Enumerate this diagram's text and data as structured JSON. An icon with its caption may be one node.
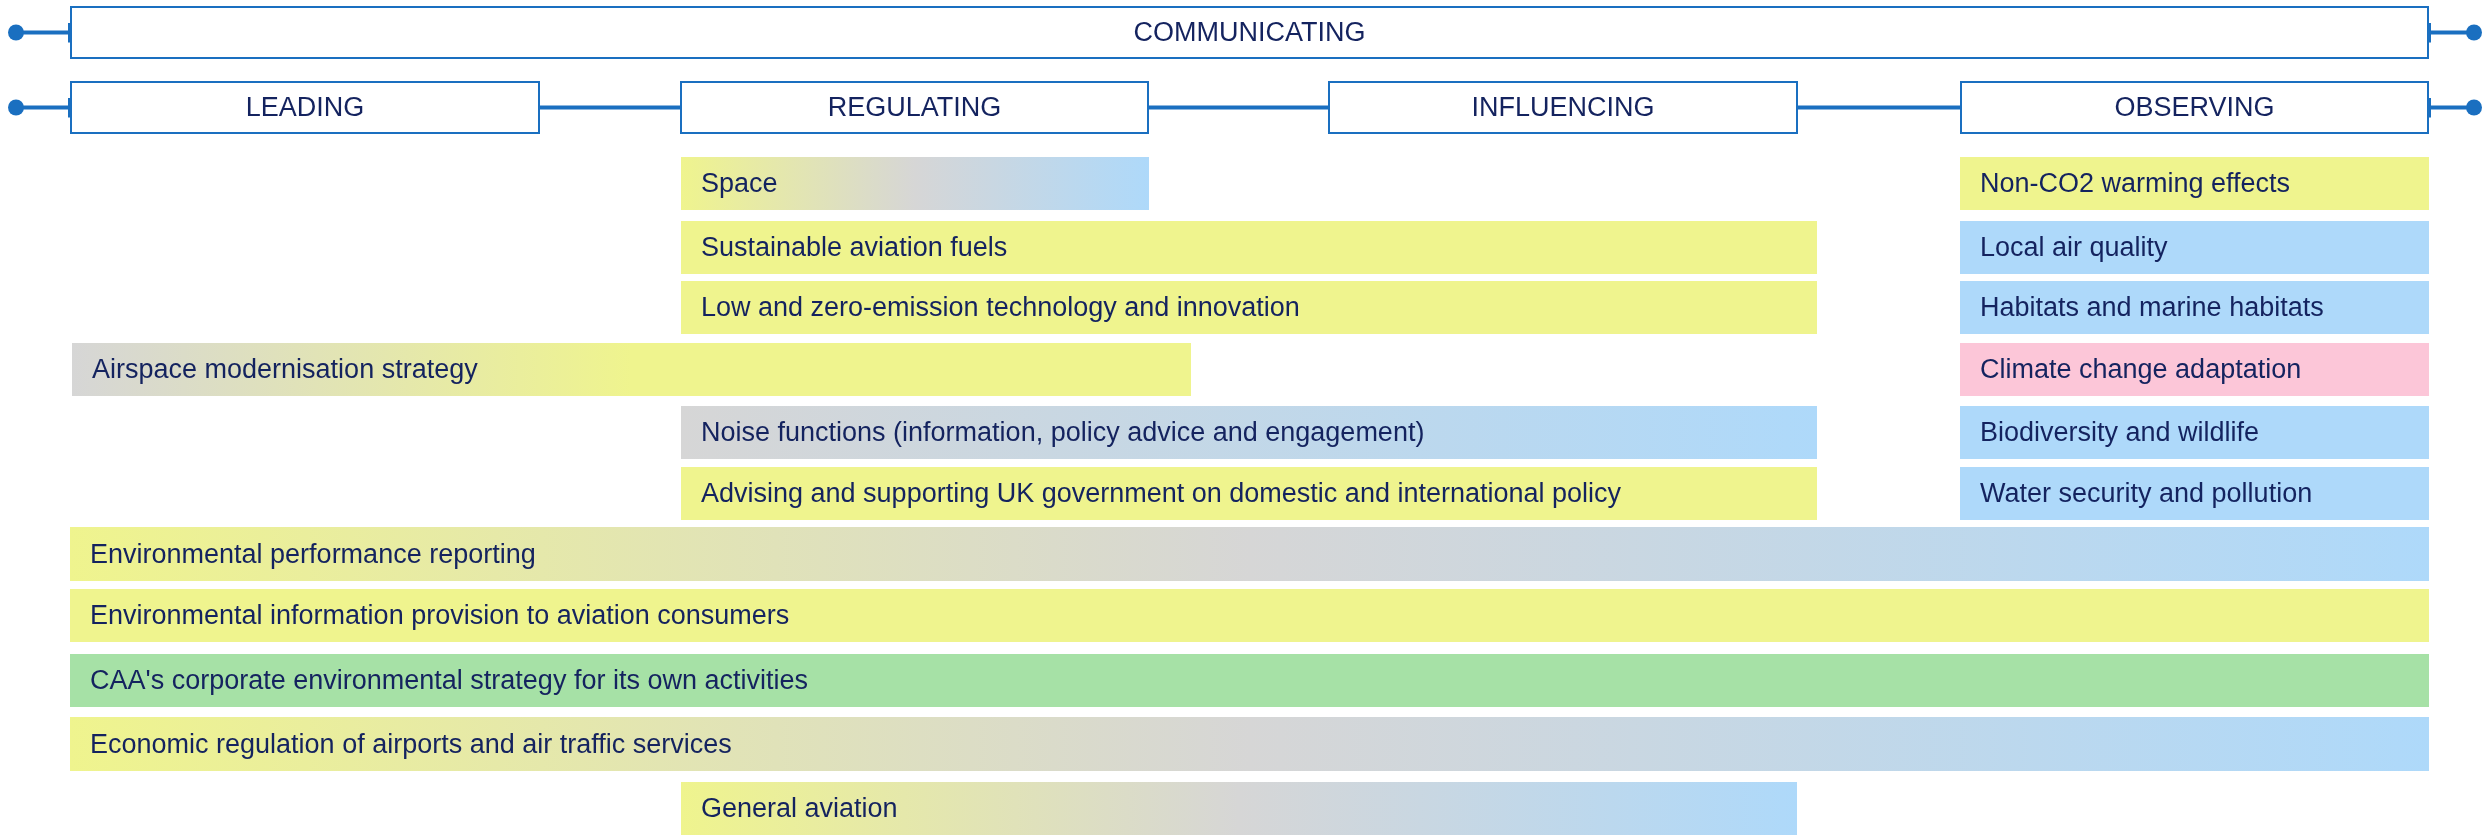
{
  "diagram": {
    "nodes": [
      {
        "text": [
          "COMMUNICATING"
        ]
      },
      {
        "text": [
          "LEADING"
        ]
      },
      {
        "text": [
          "REGULATING"
        ]
      },
      {
        "text": [
          "INFLUENCING"
        ]
      },
      {
        "text": [
          "OBSERVING"
        ]
      },
      {
        "text": [
          "Space"
        ]
      },
      {
        "text": [
          "Non-CO2 warming effects"
        ]
      },
      {
        "text": [
          "Sustainable aviation fuels"
        ]
      },
      {
        "text": [
          "Local air quality"
        ]
      },
      {
        "text": [
          "Low and zero-emission technology and innovation"
        ]
      },
      {
        "text": [
          "Habitats and marine habitats"
        ]
      },
      {
        "text": [
          "Airspace modernisation strategy"
        ]
      },
      {
        "text": [
          "Climate change adaptation"
        ]
      },
      {
        "text": [
          "Noise functions (information, policy advice and engagement)"
        ]
      },
      {
        "text": [
          "Biodiversity and wildlife"
        ]
      },
      {
        "text": [
          "Advising and supporting UK government on domestic and international policy"
        ]
      },
      {
        "text": [
          "Water security and pollution"
        ]
      },
      {
        "text": [
          "Environmental performance reporting"
        ]
      },
      {
        "text": [
          "Environmental information provision to aviation consumers"
        ]
      },
      {
        "text": [
          "CAA's corporate environmental strategy for its own activities"
        ]
      },
      {
        "text": [
          "Economic regulation of airports and air traffic services"
        ]
      },
      {
        "text": [
          "General aviation"
        ]
      }
    ],
    "edges": [
      {
        "from": null,
        "to": 0,
        "arrow": "other"
      },
      {
        "from": 0,
        "to": null,
        "arrow": "other"
      },
      {
        "from": null,
        "to": 1,
        "arrow": "other"
      },
      {
        "from": 1,
        "to": 2,
        "arrow": "none"
      },
      {
        "from": 2,
        "to": 3,
        "arrow": "none"
      },
      {
        "from": 3,
        "to": 4,
        "arrow": "none"
      },
      {
        "from": 4,
        "to": null,
        "arrow": "other"
      }
    ]
  }
}
